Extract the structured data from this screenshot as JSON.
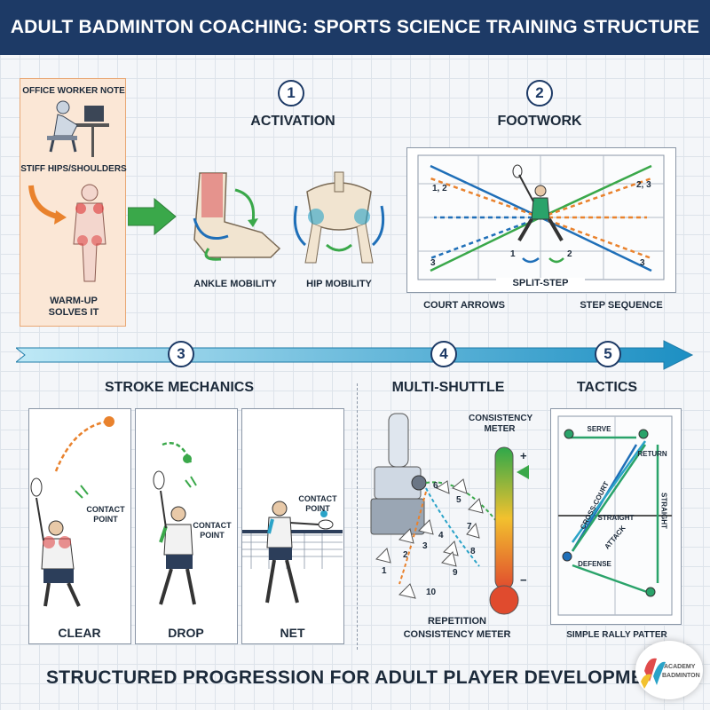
{
  "title": "ADULT BADMINTON COACHING: SPORTS SCIENCE TRAINING STRUCTURE",
  "note": {
    "header": "OFFICE WORKER NOTE",
    "problem": "STIFF HIPS/SHOULDERS",
    "solution": "WARM-UP SOLVES IT"
  },
  "steps": [
    {
      "number": "1",
      "title": "ACTIVATION"
    },
    {
      "number": "2",
      "title": "FOOTWORK"
    },
    {
      "number": "3",
      "title": "STROKE MECHANICS"
    },
    {
      "number": "4",
      "title": "MULTI-SHUTTLE"
    },
    {
      "number": "5",
      "title": "TACTICS"
    }
  ],
  "activation": {
    "ankle_label": "ANKLE MOBILITY",
    "hip_label": "HIP MOBILITY"
  },
  "footwork": {
    "split_step": "SPLIT-STEP",
    "court_arrows": "COURT ARROWS",
    "step_sequence": "STEP SEQUENCE",
    "markers": [
      "1, 2",
      "2, 3",
      "3",
      "1",
      "2",
      "3"
    ]
  },
  "strokes": {
    "clear": "CLEAR",
    "drop": "DROP",
    "net": "NET",
    "contact_point": "CONTACT POINT"
  },
  "multi_shuttle": {
    "meter_title": "CONSISTENCY METER",
    "meter_plus": "+",
    "meter_minus": "−",
    "caption_line1": "REPETITION",
    "caption_line2": "CONSISTENCY METER",
    "shuttle_numbers": [
      "1",
      "2",
      "3",
      "4",
      "5",
      "6",
      "7",
      "8",
      "9",
      "10"
    ]
  },
  "tactics": {
    "serve": "SERVE",
    "return": "RETURN",
    "cross_court": "CROSS-COURT",
    "straight_left": "STRAIGHT",
    "straight_right": "STRAIGHT",
    "attack": "ATTACK",
    "defense": "DEFENSE",
    "caption": "SIMPLE RALLY PATTER"
  },
  "footer": "STRUCTURED PROGRESSION FOR ADULT PLAYER DEVELOPME",
  "logo": {
    "line1": "ACADEMY",
    "line2": "BADMINTON"
  },
  "colors": {
    "navy": "#1d3a66",
    "teal": "#2aa3c8",
    "green": "#3aa84a",
    "orange": "#e9822d",
    "note_bg": "#fbe7d6"
  }
}
